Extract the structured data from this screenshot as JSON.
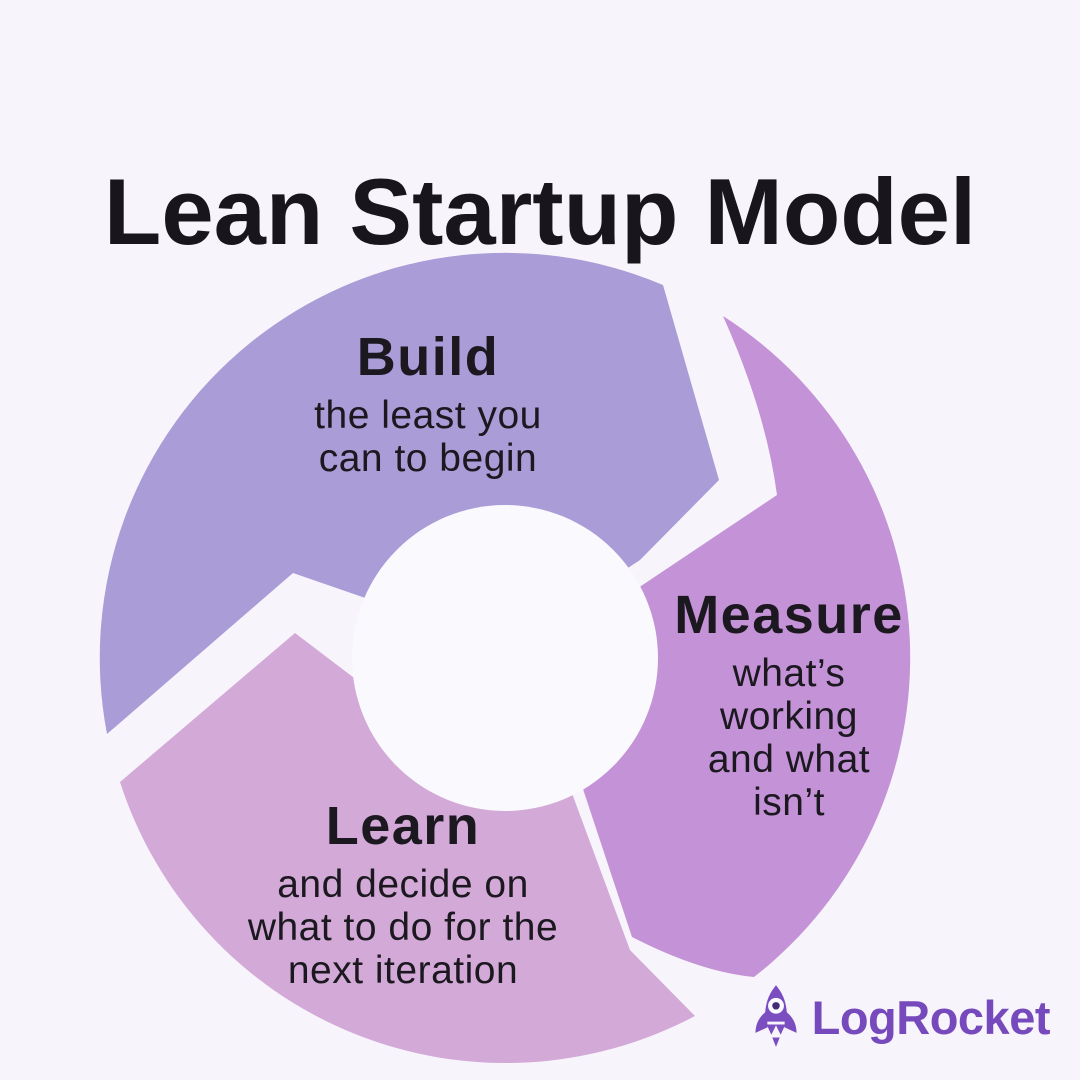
{
  "page": {
    "title": "Lean Startup Model",
    "background_color": "#f7f5fb",
    "text_color": "#1b1820"
  },
  "diagram": {
    "name": "build-measure-learn-cycle",
    "hole_color": "#faf9fe",
    "segments": [
      {
        "label": "Build",
        "description": [
          "the least you",
          "can to begin"
        ],
        "color": "#a99cd7"
      },
      {
        "label": "Measure",
        "description": [
          "what’s",
          "working",
          "and what",
          "isn’t"
        ],
        "color": "#c492d6"
      },
      {
        "label": "Learn",
        "description": [
          "and decide on",
          "what to do for the",
          "next iteration"
        ],
        "color": "#d3a9d7"
      }
    ]
  },
  "footer": {
    "brand": "LogRocket",
    "brand_color": "#764abc"
  }
}
